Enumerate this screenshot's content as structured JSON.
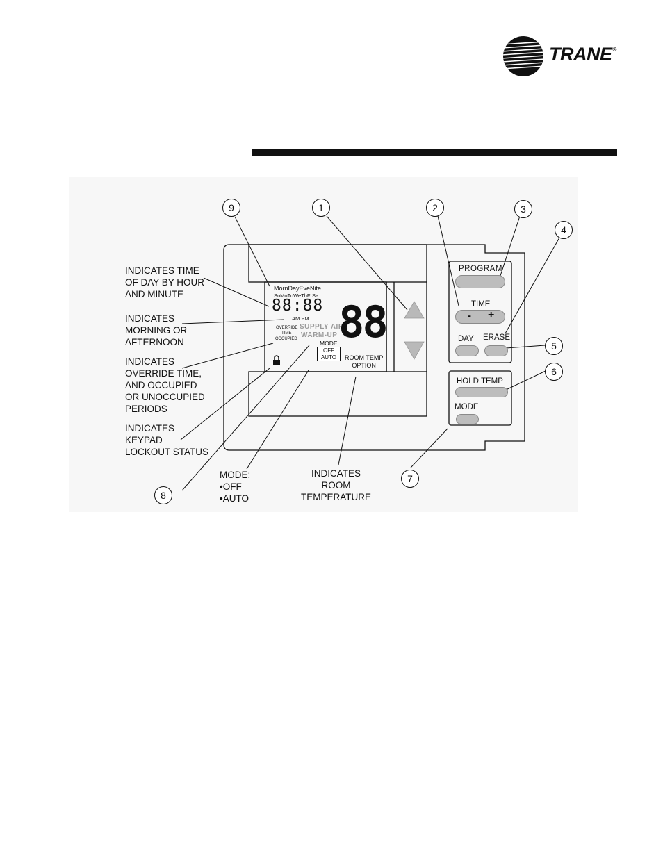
{
  "header": {
    "brand": "TRANE",
    "registered": "®"
  },
  "lcd": {
    "periods": "MornDayEveNite",
    "days": "SuMoTuWeThFrSa",
    "clock": "88:88",
    "ampm": "AM PM",
    "override_line1": "OVERRIDE",
    "override_line2": "TIME",
    "override_line3": "OCCUPIED",
    "supply_air": "SUPPLY AIR",
    "warm_up": "WARM-UP",
    "mode_label": "MODE",
    "mode_off": "OFF",
    "mode_auto": "AUTO",
    "room_temp_option": "ROOM TEMP\nOPTION",
    "big_digits": "88"
  },
  "buttons": {
    "program": "PROGRAM",
    "time": "TIME",
    "minus": "-",
    "plus": "+",
    "day": "DAY",
    "erase": "ERASE",
    "hold_temp": "HOLD TEMP",
    "mode": "MODE"
  },
  "callouts": {
    "c1": "1",
    "c2": "2",
    "c3": "3",
    "c4": "4",
    "c5": "5",
    "c6": "6",
    "c7": "7",
    "c8": "8",
    "c9": "9"
  },
  "labels": {
    "time_of_day": "INDICATES TIME\nOF DAY BY HOUR\nAND MINUTE",
    "morning": "INDICATES\nMORNING OR\nAFTERNOON",
    "override": "INDICATES\nOVERRIDE TIME,\nAND OCCUPIED\nOR UNOCCUPIED\nPERIODS",
    "keypad": "INDICATES\nKEYPAD\nLOCKOUT STATUS",
    "mode": "MODE:\n•OFF\n•AUTO",
    "room_temp": "INDICATES\nROOM\nTEMPERATURE"
  }
}
